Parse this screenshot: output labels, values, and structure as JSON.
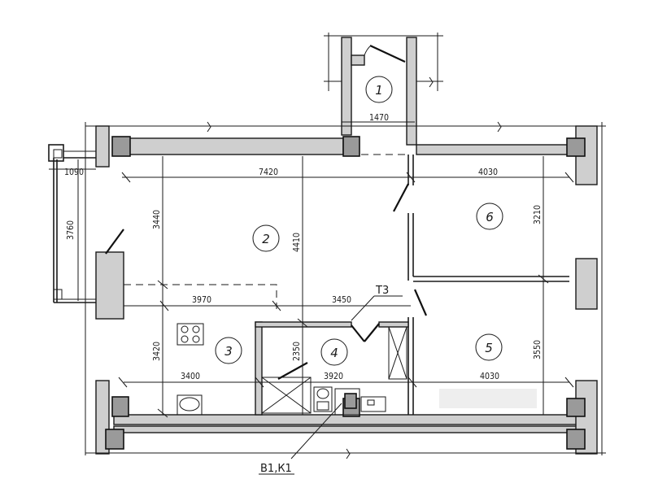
{
  "plan": {
    "rooms": [
      "1",
      "2",
      "3",
      "4",
      "5",
      "6"
    ],
    "dims": {
      "d1470": "1470",
      "d1090": "1090",
      "d7420": "7420",
      "d4030_top": "4030",
      "d3760": "3760",
      "d3440": "3440",
      "d4410": "4410",
      "d3210": "3210",
      "d3970": "3970",
      "d3450": "3450",
      "d3420": "3420",
      "d2350": "2350",
      "d3550": "3550",
      "d3400": "3400",
      "d3920": "3920",
      "d4030_bottom": "4030"
    },
    "labels": {
      "t3": "Т3",
      "b1k1": "В1,К1"
    },
    "watermark_icon": "cian-watermark-icon"
  }
}
